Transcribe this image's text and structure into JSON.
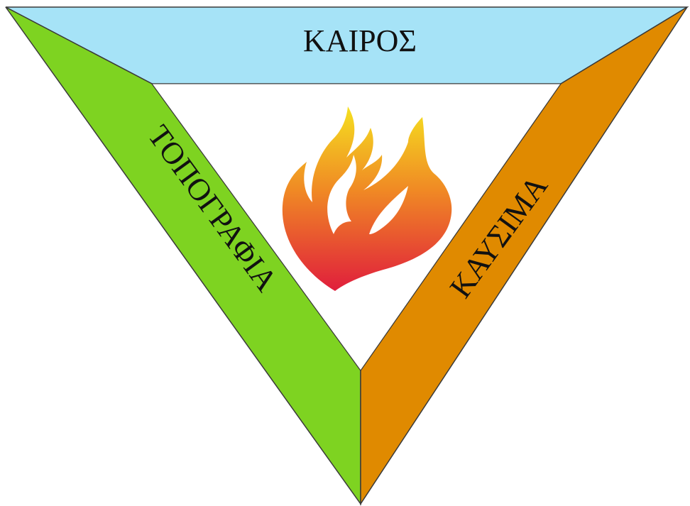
{
  "diagram": {
    "type": "fire-triangle",
    "sides": {
      "top": {
        "label": "ΚΑΙΡΟΣ",
        "color": "#a6e3f7"
      },
      "left": {
        "label": "ΤΟΠΟΓΡΑΦΙΑ",
        "color": "#7ed321"
      },
      "right": {
        "label": "ΚΑΥΣΙΜΑ",
        "color": "#e08a00"
      }
    },
    "center_icon": "flame-icon",
    "flame_colors": [
      "#f5e020",
      "#f08a24",
      "#e01e3c"
    ],
    "outline_color": "#3a3a3a"
  }
}
